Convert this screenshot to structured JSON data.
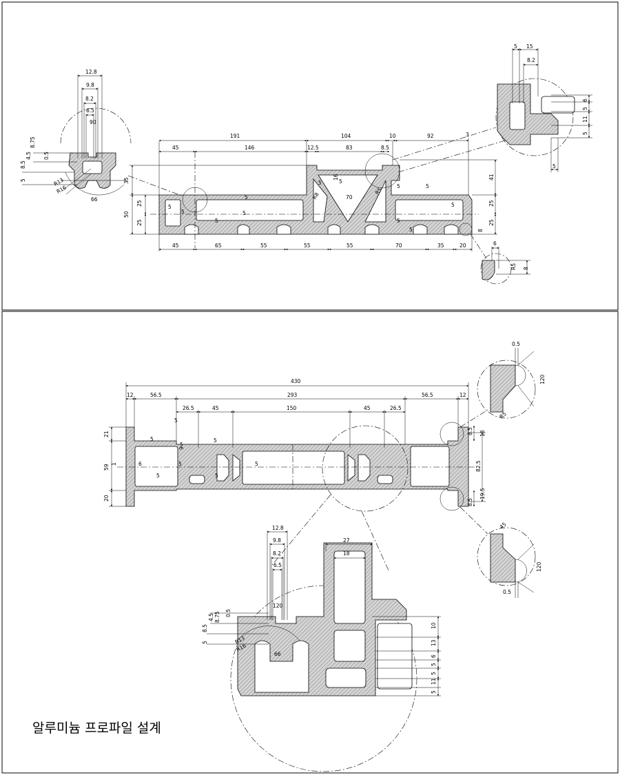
{
  "title": "알루미늄 프로파일 설계",
  "top_view": {
    "dims": [
      "191",
      "104",
      "10",
      "92",
      "45",
      "146",
      "12.5",
      "83",
      "8.5",
      "3",
      "35",
      "50",
      "25",
      "25",
      "41",
      "5",
      "25",
      "25",
      "8",
      "45",
      "65",
      "55",
      "55",
      "55",
      "70",
      "35",
      "20",
      "5",
      "5",
      "5",
      "5",
      "5",
      "16",
      "R8",
      "70",
      "R5",
      "5",
      "5",
      "5",
      "5",
      "5",
      "5"
    ],
    "left_detail_dims": [
      "12.8",
      "9.8",
      "8.2",
      "6.5",
      "90",
      "8.75",
      "0.5",
      "5",
      "8.5",
      "4.5",
      "R13",
      "R16",
      "66"
    ],
    "right_detail_dims": [
      "5",
      "15",
      "8.2",
      "6",
      "5",
      "11",
      "5",
      "5"
    ],
    "corner_detail_dims": [
      "6",
      "R5",
      "8"
    ]
  },
  "bottom_view": {
    "dims": [
      "430",
      "12",
      "56.5",
      "293",
      "56.5",
      "12",
      "26.5",
      "45",
      "150",
      "45",
      "26.5",
      "5",
      "21",
      "9",
      "59",
      "5",
      "5",
      "20",
      "1",
      "6",
      "5",
      "5",
      "5",
      "5",
      "5",
      "82.5",
      "8.5",
      "18",
      "19.5",
      "8.5"
    ],
    "top_detail_dims": [
      "0.5",
      "120",
      "R5"
    ],
    "bottom_detail_dims": [
      "45",
      "120",
      "0.5"
    ],
    "enlarged_dims": [
      "12.8",
      "9.8",
      "8.2",
      "6.5",
      "27",
      "18",
      "120",
      "8.75",
      "0.5",
      "5",
      "8.5",
      "4.5",
      "R13",
      "R16",
      "66",
      "10",
      "13",
      "6",
      "5",
      "5",
      "11",
      "5"
    ]
  }
}
